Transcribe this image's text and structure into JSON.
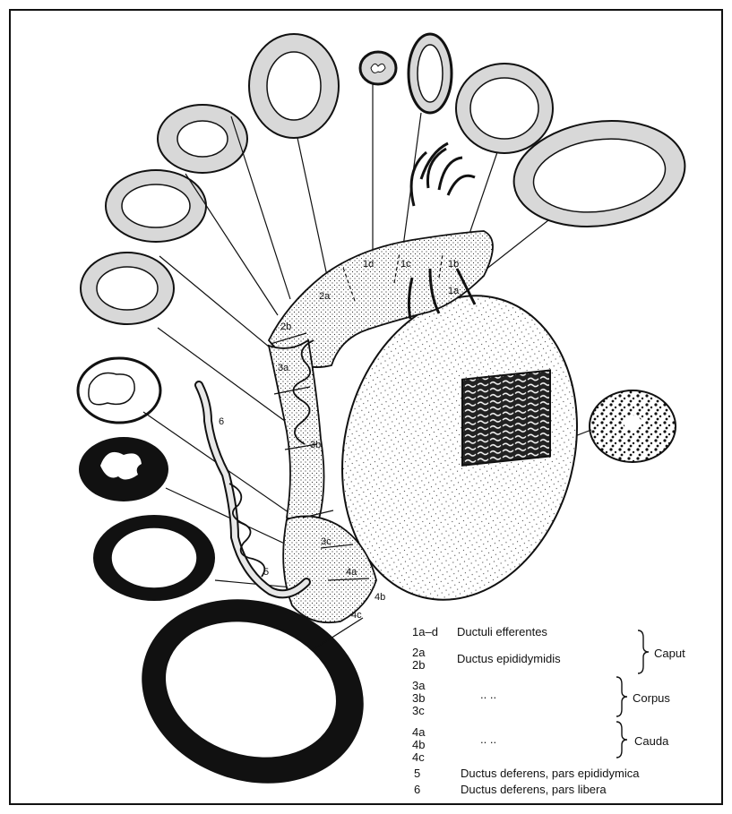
{
  "diagram": {
    "section_labels": {
      "s1a": "1a",
      "s1b": "1b",
      "s1c": "1c",
      "s1d": "1d",
      "s2a": "2a",
      "s2b": "2b",
      "s3a": "3a",
      "s3b": "3b",
      "s3c": "3c",
      "s4a": "4a",
      "s4b": "4b",
      "s4c": "4c",
      "s5": "5",
      "s6": "6"
    },
    "legend": {
      "rows": [
        {
          "code": "1a–d",
          "text": "Ductuli efferentes"
        },
        {
          "code": "2a",
          "text": ""
        },
        {
          "code": "2b",
          "text": "Ductus epididymidis"
        },
        {
          "code": "3a",
          "text": ""
        },
        {
          "code": "3b",
          "text": "..                    .."
        },
        {
          "code": "3c",
          "text": ""
        },
        {
          "code": "4a",
          "text": ""
        },
        {
          "code": "4b",
          "text": "..                    .."
        },
        {
          "code": "4c",
          "text": ""
        },
        {
          "code": "5",
          "text": "Ductus deferens, pars epididymica"
        },
        {
          "code": "6",
          "text": "Ductus deferens, pars libera"
        }
      ],
      "groups": {
        "caput": "Caput",
        "corpus": "Corpus",
        "cauda": "Cauda"
      }
    }
  }
}
